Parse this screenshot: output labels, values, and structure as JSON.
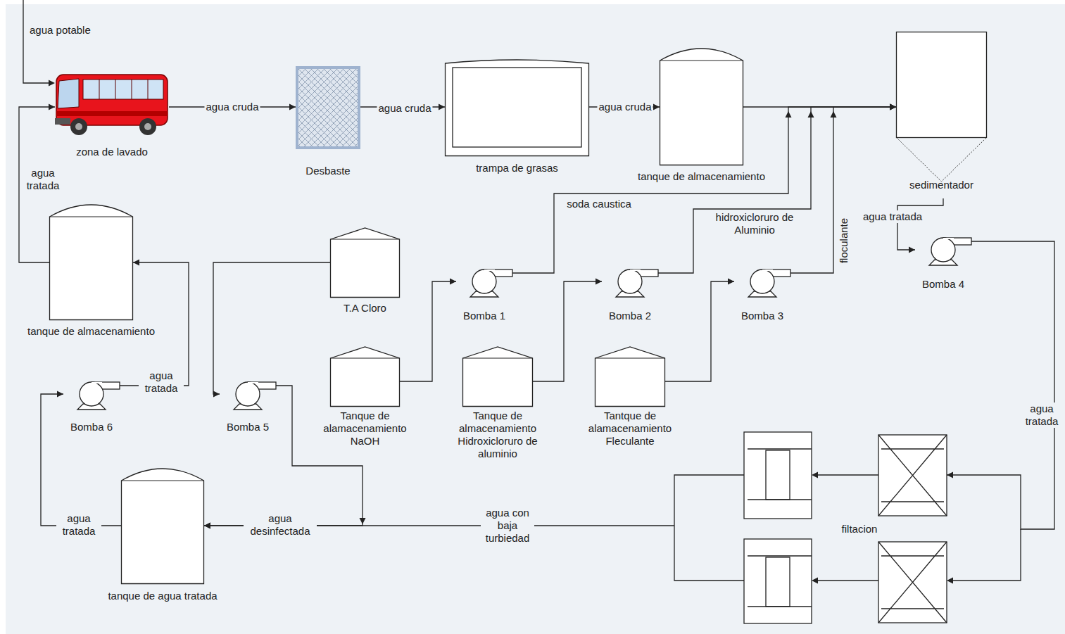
{
  "diagram": {
    "nodes": [
      {
        "text": [
          "zona de lavado"
        ]
      },
      {
        "text": [
          "Desbaste"
        ]
      },
      {
        "text": [
          "trampa de grasas"
        ]
      },
      {
        "text": [
          "tanque de almacenamiento"
        ]
      },
      {
        "text": [
          "sedimentador"
        ]
      },
      {
        "text": [
          "tanque de almacenamiento"
        ]
      },
      {
        "text": [
          "T.A Cloro"
        ]
      },
      {
        "text": [
          "Bomba 1"
        ]
      },
      {
        "text": [
          "Bomba 2"
        ]
      },
      {
        "text": [
          "Bomba 3"
        ]
      },
      {
        "text": [
          "Bomba 4"
        ]
      },
      {
        "text": [
          "Tanque de alamacenamiento NaOH"
        ]
      },
      {
        "text": [
          "Tanque de almacenamiento Hidroxicloruro de aluminio"
        ]
      },
      {
        "text": [
          "Tantque de alamacenamiento Fleculante"
        ]
      },
      {
        "text": [
          "Bomba 6"
        ]
      },
      {
        "text": [
          "Bomba 5"
        ]
      },
      {
        "text": [
          "filtacion"
        ]
      },
      {
        "text": [
          "tanque de agua tratada"
        ]
      }
    ],
    "edges": [
      {
        "from": 0,
        "to": 1,
        "arrow": "to",
        "label": "agua cruda"
      },
      {
        "from": 1,
        "to": 2,
        "arrow": "to",
        "label": "agua cruda"
      },
      {
        "from": 2,
        "to": 3,
        "arrow": "to",
        "label": "agua cruda"
      },
      {
        "from": 3,
        "to": 4,
        "arrow": "to"
      },
      {
        "from": 7,
        "to": 4,
        "arrow": "to",
        "label": "soda caustica"
      },
      {
        "from": 8,
        "to": 4,
        "arrow": "to",
        "label": "hidroxicloruro de Aluminio"
      },
      {
        "from": 9,
        "to": 4,
        "arrow": "to",
        "label": "floculante"
      },
      {
        "from": 11,
        "to": 7,
        "arrow": "to"
      },
      {
        "from": 12,
        "to": 8,
        "arrow": "to"
      },
      {
        "from": 13,
        "to": 9,
        "arrow": "to"
      },
      {
        "from": 4,
        "to": 10,
        "arrow": "to",
        "label": "agua tratada"
      },
      {
        "from": 10,
        "to": 16,
        "arrow": "to",
        "label": "agua tratada"
      },
      {
        "from": 16,
        "to": 17,
        "arrow": "to",
        "label": "agua con baja turbiedad"
      },
      {
        "from": 6,
        "to": 15,
        "arrow": "to"
      },
      {
        "from": 15,
        "to": 17,
        "arrow": "to",
        "label": "agua desinfectada"
      },
      {
        "from": 17,
        "to": 14,
        "arrow": "to",
        "label": "agua tratada"
      },
      {
        "from": 14,
        "to": 5,
        "arrow": "to",
        "label": "agua tratada"
      },
      {
        "from": 5,
        "to": 0,
        "arrow": "to",
        "label": "agua tratada"
      }
    ],
    "labels": [
      "agua potable"
    ]
  }
}
